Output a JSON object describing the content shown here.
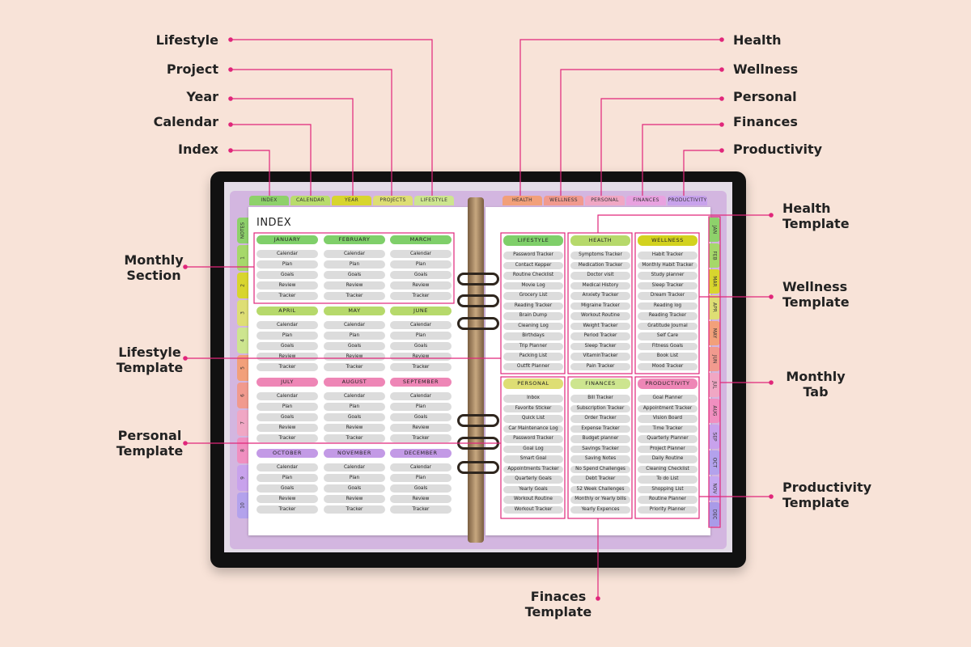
{
  "callouts": {
    "lifestyle": "Lifestyle",
    "project": "Project",
    "year": "Year",
    "calendar": "Calendar",
    "index": "Index",
    "health": "Health",
    "wellness": "Wellness",
    "personal": "Personal",
    "finances": "Finances",
    "productivity": "Productivity",
    "health_template": "Health\nTemplate",
    "wellness_template": "Wellness\nTemplate",
    "monthly_tab": "Monthly\nTab",
    "productivity_template": "Productivity\nTemplate",
    "monthly_section": "Monthly\nSection",
    "lifestyle_template": "Lifestyle\nTemplate",
    "personal_template": "Personal\nTemplate",
    "finances_template": "Finaces\nTemplate"
  },
  "top_tabs_left": [
    {
      "label": "INDEX",
      "color": "#8ed16b"
    },
    {
      "label": "CALENDAR",
      "color": "#b9dc6c"
    },
    {
      "label": "YEAR",
      "color": "#d8d52e"
    },
    {
      "label": "PROJECTS",
      "color": "#dede74"
    },
    {
      "label": "LIFESTYLE",
      "color": "#cde58f"
    }
  ],
  "top_tabs_right": [
    {
      "label": "HEALTH",
      "color": "#f2a07a"
    },
    {
      "label": "WELLNESS",
      "color": "#f19a8e"
    },
    {
      "label": "PERSONAL",
      "color": "#f0a7c4"
    },
    {
      "label": "FINANCES",
      "color": "#e8a2e0"
    },
    {
      "label": "PRODUCTIVITY",
      "color": "#c8a2ec"
    }
  ],
  "left_tabs": [
    {
      "label": "NOTES",
      "color": "#8ed16b"
    },
    {
      "label": "1",
      "color": "#a6d86a"
    },
    {
      "label": "2",
      "color": "#d8d52e"
    },
    {
      "label": "3",
      "color": "#dede74"
    },
    {
      "label": "4",
      "color": "#cde58f"
    },
    {
      "label": "5",
      "color": "#f2a07a"
    },
    {
      "label": "6",
      "color": "#f19a8e"
    },
    {
      "label": "7",
      "color": "#f0a7c4"
    },
    {
      "label": "8",
      "color": "#f08fc0"
    },
    {
      "label": "9",
      "color": "#c8a2ec"
    },
    {
      "label": "10",
      "color": "#b3a2ec"
    }
  ],
  "month_tabs": [
    {
      "label": "JAN",
      "color": "#8ed16b"
    },
    {
      "label": "FEB",
      "color": "#a6d86a"
    },
    {
      "label": "MAR",
      "color": "#d8d52e"
    },
    {
      "label": "APR",
      "color": "#dede74"
    },
    {
      "label": "MAY",
      "color": "#f2a07a"
    },
    {
      "label": "JUN",
      "color": "#f19a8e"
    },
    {
      "label": "JUL",
      "color": "#f0a7c4"
    },
    {
      "label": "AUG",
      "color": "#f08fc0"
    },
    {
      "label": "SEP",
      "color": "#c8a2ec"
    },
    {
      "label": "OCT",
      "color": "#b3a2ec"
    },
    {
      "label": "NOV",
      "color": "#c4a8f0"
    },
    {
      "label": "DEC",
      "color": "#a99be8"
    }
  ],
  "index": {
    "title": "INDEX",
    "month_items": [
      "Calendar",
      "Plan",
      "Goals",
      "Review",
      "Tracker"
    ],
    "rows": [
      {
        "color": "#7fcf6a",
        "months": [
          "JANUARY",
          "FEBRUARY",
          "MARCH"
        ]
      },
      {
        "color": "#b6d96b",
        "months": [
          "APRIL",
          "MAY",
          "JUNE"
        ]
      },
      {
        "color": "#ee86b6",
        "months": [
          "JULY",
          "AUGUST",
          "SEPTEMBER"
        ]
      },
      {
        "color": "#c39ae6",
        "months": [
          "OCTOBER",
          "NOVEMBER",
          "DECEMBER"
        ]
      }
    ]
  },
  "templates": [
    {
      "title": "LIFESTYLE",
      "color": "#7fcf6a",
      "items": [
        "Password Tracker",
        "Contact Kepper",
        "Routine Checklist",
        "Movie Log",
        "Grocery List",
        "Reading Tracker",
        "Brain Dump",
        "Cleaning Log",
        "Birthdays",
        "Trip Planner",
        "Packing List",
        "Outfit Planner"
      ]
    },
    {
      "title": "HEALTH",
      "color": "#b6d96b",
      "items": [
        "Symptoms Tracker",
        "Medication Tracker",
        "Doctor visit",
        "Medical History",
        "Anxiety Tracker",
        "Migraine Tracker",
        "Workout Routine",
        "Weight Tracker",
        "Period Tracker",
        "Sleep Tracker",
        "VitaminTracker",
        "Pain Tracker"
      ]
    },
    {
      "title": "WELLNESS",
      "color": "#d3d21f",
      "items": [
        "Habit Tracker",
        "Monthly Habit Tracker",
        "Study planner",
        "Sleep Tracker",
        "Dream Tracker",
        "Reading log",
        "Reading Tracker",
        "Gratitude Journal",
        "Self Care",
        "Fitness Goals",
        "Book List",
        "Mood Tracker"
      ]
    },
    {
      "title": "PERSONAL",
      "color": "#dede74",
      "items": [
        "Inbox",
        "Favorite Sticker",
        "Quick List",
        "Car Maintenance Log",
        "Password Tracker",
        "Goal Log",
        "Smart Goal",
        "Appointments Tracker",
        "Quarterly Goals",
        "Yearly Goals",
        "Workout Routine",
        "Workout Tracker"
      ]
    },
    {
      "title": "FINANCES",
      "color": "#cde58f",
      "items": [
        "Bill Tracker",
        "Subscription Tracker",
        "Order Tracker",
        "Expense Tracker",
        "Budget planner",
        "Savings Tracker",
        "Saving Notes",
        "No Spend Challenges",
        "Debt Tracker",
        "52 Week Challenges",
        "Monthly or Yearly bills",
        "Yearly Expences"
      ]
    },
    {
      "title": "PRODUCTIVITY",
      "color": "#ee86b6",
      "items": [
        "Goal Planner",
        "Appointment Tracker",
        "Vision Board",
        "Time Tracker",
        "Quarterly Planner",
        "Project Planner",
        "Daily Routine",
        "Cleaning Checklist",
        "To do List",
        "Shopping List",
        "Routine Planner",
        "Priority Planner"
      ]
    }
  ]
}
